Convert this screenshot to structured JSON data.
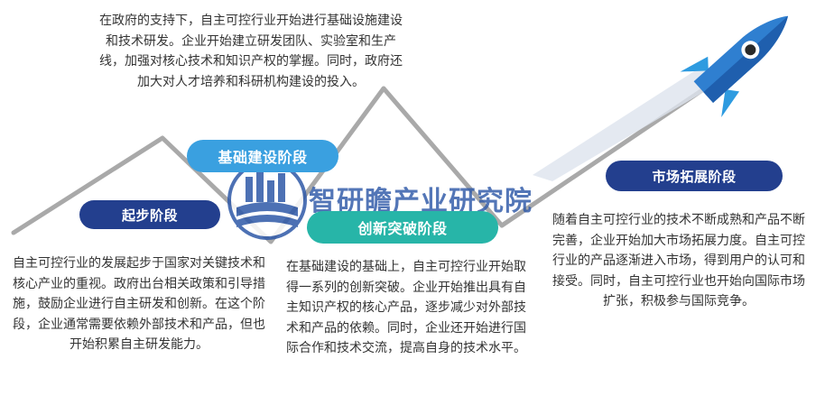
{
  "stages": {
    "start": {
      "title": "起步阶段",
      "description": "自主可控行业的发展起步于国家对关键技术和核心产业的重视。政府出台相关政策和引导措施，鼓励企业进行自主研发和创新。在这个阶段，企业通常需要依赖外部技术和产品，但也开始积累自主研发能力。"
    },
    "foundation": {
      "title": "基础建设阶段",
      "description": "在政府的支持下，自主可控行业开始进行基础设施建设和技术研发。企业开始建立研发团队、实验室和生产线，加强对核心技术和知识产权的掌握。同时，政府还加大对人才培养和科研机构建设的投入。"
    },
    "innovation": {
      "title": "创新突破阶段",
      "description": "在基础建设的基础上，自主可控行业开始取得一系列的创新突破。企业开始推出具有自主知识产权的核心产品，逐步减少对外部技术和产品的依赖。同时，企业还开始进行国际合作和技术交流，提高自身的技术水平。"
    },
    "market": {
      "title": "市场拓展阶段",
      "description": "随着自主可控行业的技术不断成熟和产品不断完善，企业开始加大市场拓展力度。自主可控行业的产品逐渐进入市场，得到用户的认可和接受。同时，自主可控行业也开始向国际市场扩张，积极参与国际竞争。"
    }
  },
  "watermark": {
    "text": "智研瞻产业研究院"
  },
  "colors": {
    "start_pill": "#233f8e",
    "foundation_pill": "#3aa0e0",
    "innovation_pill": "#27b5a8",
    "market_pill": "#233f8e",
    "path_line": "#a9a9a9",
    "rocket_body": "#2f7fd0"
  },
  "icons": {
    "rocket": "rocket-icon",
    "logo": "city-book-logo"
  }
}
